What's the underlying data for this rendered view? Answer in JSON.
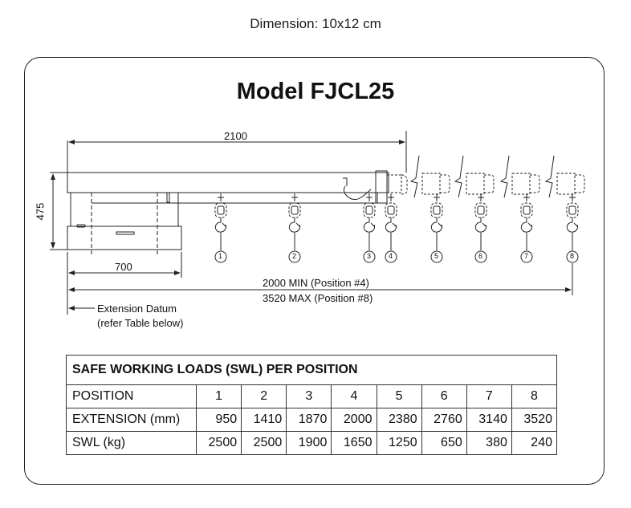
{
  "caption": "Dimension: 10x12 cm",
  "title": "Model FJCL25",
  "dimensions": {
    "overall_length": "2100",
    "height": "475",
    "base": "700",
    "min_extension": "2000 MIN (Position #4)",
    "max_extension": "3520 MAX (Position #8)",
    "datum_line1": "Extension Datum",
    "datum_line2": "(refer Table below)"
  },
  "positions_markers": [
    "1",
    "2",
    "3",
    "4",
    "5",
    "6",
    "7",
    "8"
  ],
  "table": {
    "heading": "SAFE WORKING LOADS (SWL) PER POSITION",
    "rows": [
      {
        "label": "POSITION",
        "values": [
          "1",
          "2",
          "3",
          "4",
          "5",
          "6",
          "7",
          "8"
        ]
      },
      {
        "label": "EXTENSION (mm)",
        "values": [
          "950",
          "1410",
          "1870",
          "2000",
          "2380",
          "2760",
          "3140",
          "3520"
        ]
      },
      {
        "label": "SWL (kg)",
        "values": [
          "2500",
          "2500",
          "1900",
          "1650",
          "1250",
          "650",
          "380",
          "240"
        ]
      }
    ]
  },
  "chart_data": {
    "type": "table",
    "title": "SAFE WORKING LOADS (SWL) PER POSITION",
    "categories": [
      "1",
      "2",
      "3",
      "4",
      "5",
      "6",
      "7",
      "8"
    ],
    "series": [
      {
        "name": "EXTENSION (mm)",
        "values": [
          950,
          1410,
          1870,
          2000,
          2380,
          2760,
          3140,
          3520
        ]
      },
      {
        "name": "SWL (kg)",
        "values": [
          2500,
          2500,
          1900,
          1650,
          1250,
          650,
          380,
          240
        ]
      }
    ]
  }
}
